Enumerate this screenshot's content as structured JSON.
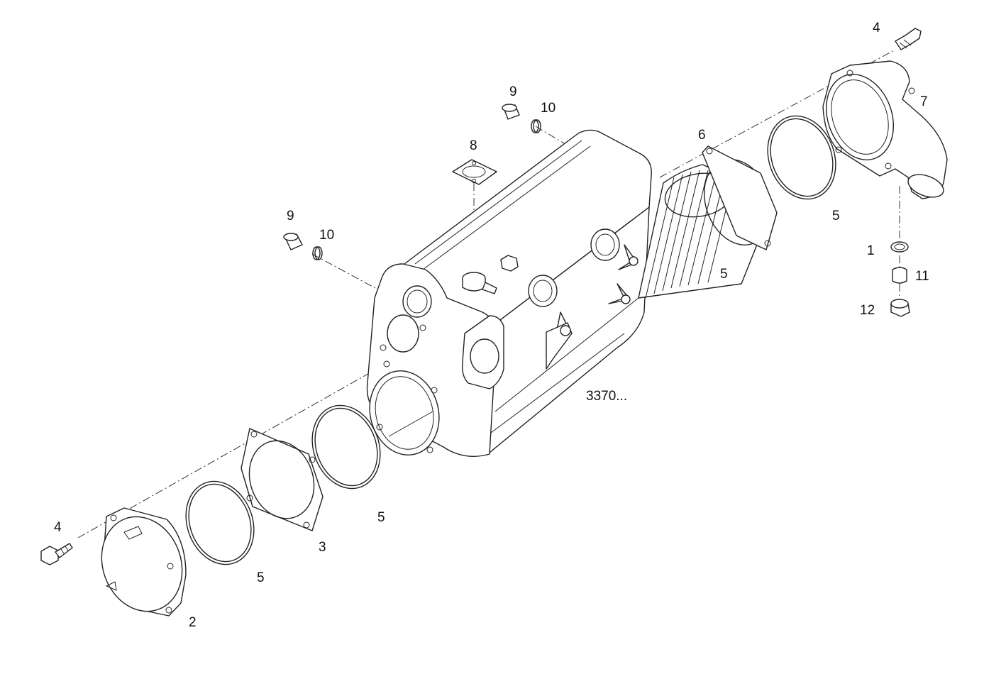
{
  "callouts": {
    "c1": "1",
    "c2": "2",
    "c3": "3",
    "c4_left": "4",
    "c4_right": "4",
    "c5_a": "5",
    "c5_b": "5",
    "c5_c": "5",
    "c5_d": "5",
    "c6": "6",
    "c7": "7",
    "c8": "8",
    "c9_top": "9",
    "c9_left": "9",
    "c10_top": "10",
    "c10_left": "10",
    "c11": "11",
    "c12": "12",
    "assembly_ref": "3370..."
  }
}
